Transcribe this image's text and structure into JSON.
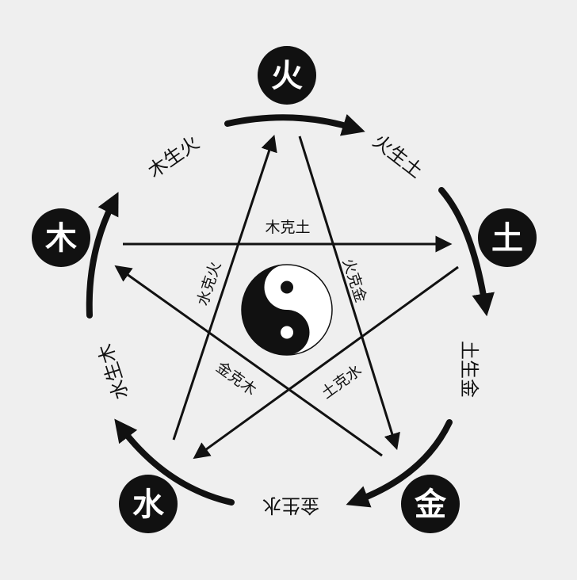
{
  "colors": {
    "background": "#efefef",
    "ink": "#111111",
    "node_text": "#ffffff",
    "light": "#ffffff"
  },
  "nodes": {
    "fire": {
      "label": "火"
    },
    "earth": {
      "label": "土"
    },
    "metal": {
      "label": "金"
    },
    "water": {
      "label": "水"
    },
    "wood": {
      "label": "木"
    }
  },
  "generating": {
    "fire_earth": "火生土",
    "earth_metal": "土生金",
    "metal_water": "金生水",
    "water_wood": "水生木",
    "wood_fire": "木生火"
  },
  "controlling": {
    "wood_earth": "木克土",
    "fire_metal": "火克金",
    "earth_water": "土克水",
    "metal_wood": "金克木",
    "water_fire": "水克火"
  },
  "icons": {
    "center": "yin-yang-icon"
  }
}
